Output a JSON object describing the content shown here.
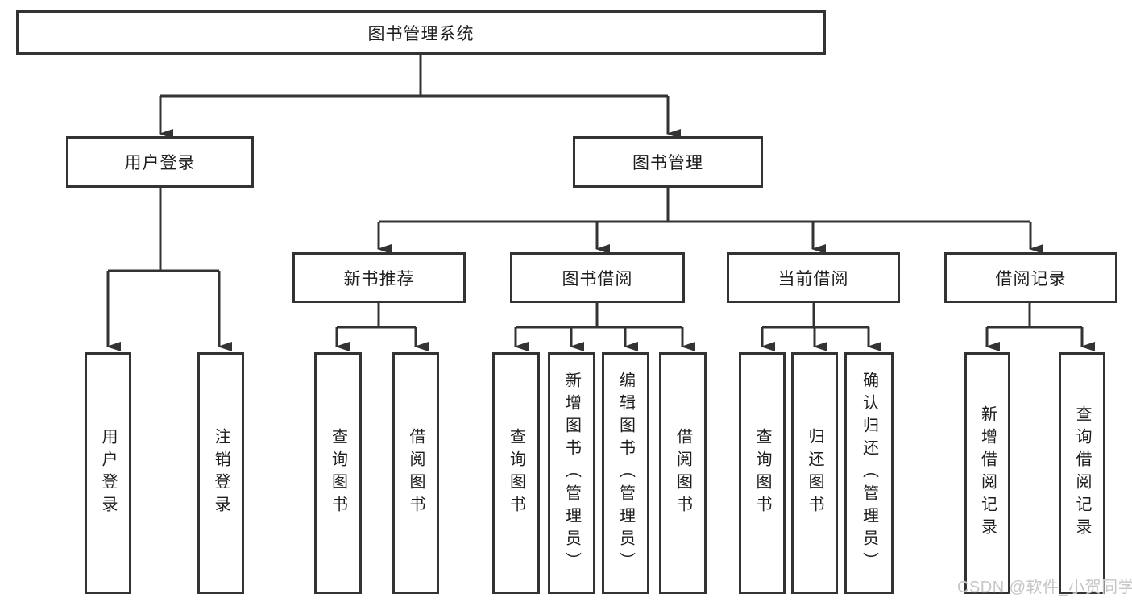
{
  "diagram": {
    "type": "hierarchy-tree",
    "root": {
      "label": "图书管理系统"
    },
    "level2": [
      {
        "id": "user-login-branch",
        "label": "用户登录"
      },
      {
        "id": "book-management-branch",
        "label": "图书管理"
      }
    ],
    "level3": [
      {
        "id": "new-book-recommendation",
        "parent": "图书管理",
        "label": "新书推荐"
      },
      {
        "id": "book-borrowing",
        "parent": "图书管理",
        "label": "图书借阅"
      },
      {
        "id": "current-borrowing",
        "parent": "图书管理",
        "label": "当前借阅"
      },
      {
        "id": "borrowing-records",
        "parent": "图书管理",
        "label": "借阅记录"
      }
    ],
    "leaves": [
      {
        "parent": "用户登录",
        "label": "用户登录"
      },
      {
        "parent": "用户登录",
        "label": "注销登录"
      },
      {
        "parent": "新书推荐",
        "label": "查询图书"
      },
      {
        "parent": "新书推荐",
        "label": "借阅图书"
      },
      {
        "parent": "图书借阅",
        "label": "查询图书"
      },
      {
        "parent": "图书借阅",
        "label": "新增图书（管理员）"
      },
      {
        "parent": "图书借阅",
        "label": "编辑图书（管理员）"
      },
      {
        "parent": "图书借阅",
        "label": "借阅图书"
      },
      {
        "parent": "当前借阅",
        "label": "查询图书"
      },
      {
        "parent": "当前借阅",
        "label": "归还图书"
      },
      {
        "parent": "当前借阅",
        "label": "确认归还（管理员）"
      },
      {
        "parent": "借阅记录",
        "label": "新增借阅记录"
      },
      {
        "parent": "借阅记录",
        "label": "查询借阅记录"
      }
    ],
    "colors": {
      "line": "#333333",
      "text": "#1d1d1d",
      "background": "#ffffff",
      "watermark": "#c6c6c6"
    }
  },
  "watermark": {
    "text": "CSDN @软件_小贺同学"
  }
}
